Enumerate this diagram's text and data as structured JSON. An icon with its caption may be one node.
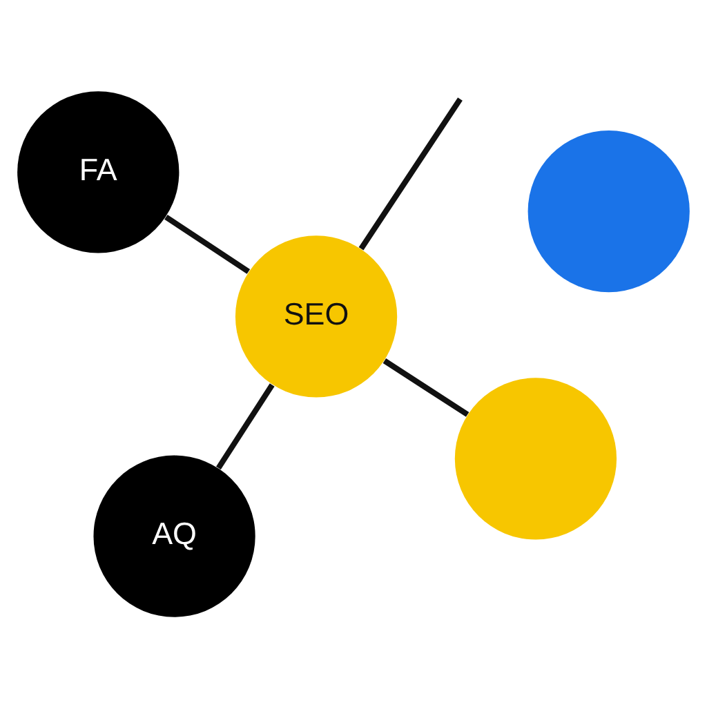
{
  "diagram": {
    "nodes": [
      {
        "text": [
          "SEO"
        ]
      },
      {
        "text": [],
        "shape": "circle"
      },
      {
        "text": [],
        "shape": "circle"
      },
      {
        "text": [
          "AQ"
        ]
      },
      {
        "text": [
          "FA"
        ]
      }
    ],
    "edges": [
      {
        "from": 0,
        "to": null,
        "arrow": "none"
      },
      {
        "from": 0,
        "to": 2,
        "arrow": "none"
      },
      {
        "from": 0,
        "to": 3,
        "arrow": "none"
      },
      {
        "from": 0,
        "to": 4,
        "arrow": "none"
      }
    ]
  }
}
